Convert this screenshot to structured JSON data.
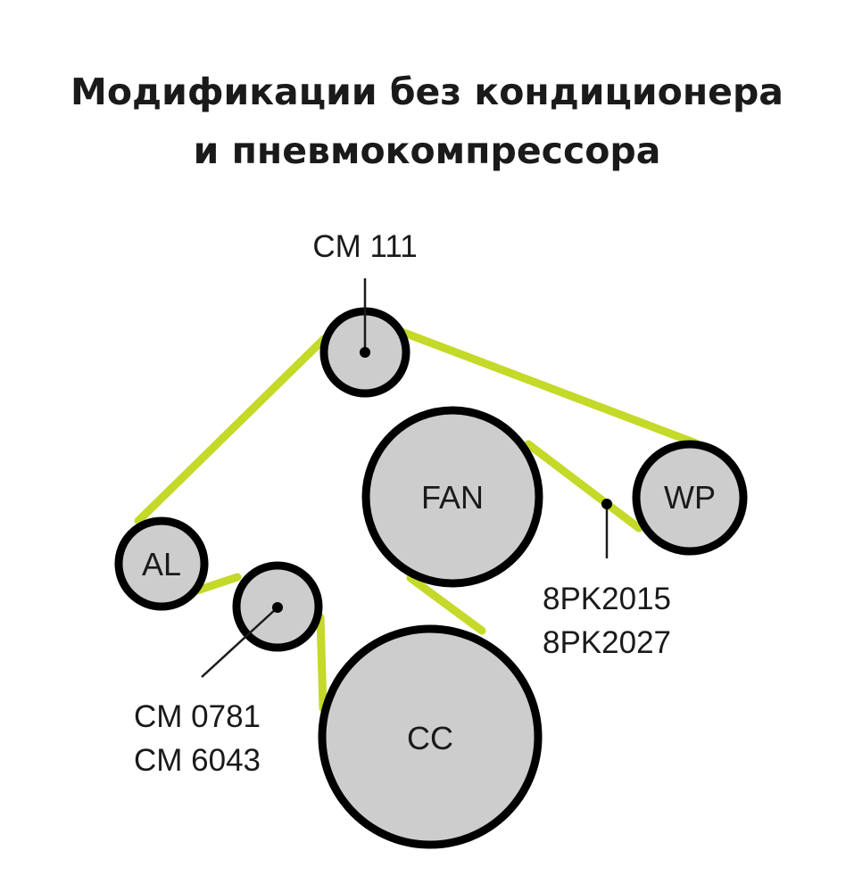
{
  "title": {
    "line1": "Модификации без кондиционера",
    "line2": "и пневмокомпрессора"
  },
  "colors": {
    "belt": "#c4d928",
    "pulley_fill": "#cdcdcd",
    "pulley_stroke": "#000000",
    "text": "#1a1a1a"
  },
  "pulleys": {
    "idler_top": {
      "label": ""
    },
    "fan": {
      "label": "FAN"
    },
    "wp": {
      "label": "WP"
    },
    "al": {
      "label": "AL"
    },
    "idler_bottom": {
      "label": ""
    },
    "cc": {
      "label": "CC"
    }
  },
  "callouts": {
    "idler_top": {
      "lines": [
        "CM 111"
      ]
    },
    "tensioner": {
      "lines": [
        "CM 0781",
        "CM 6043"
      ]
    },
    "belt": {
      "lines": [
        "8PK2015",
        "8PK2027"
      ]
    }
  }
}
